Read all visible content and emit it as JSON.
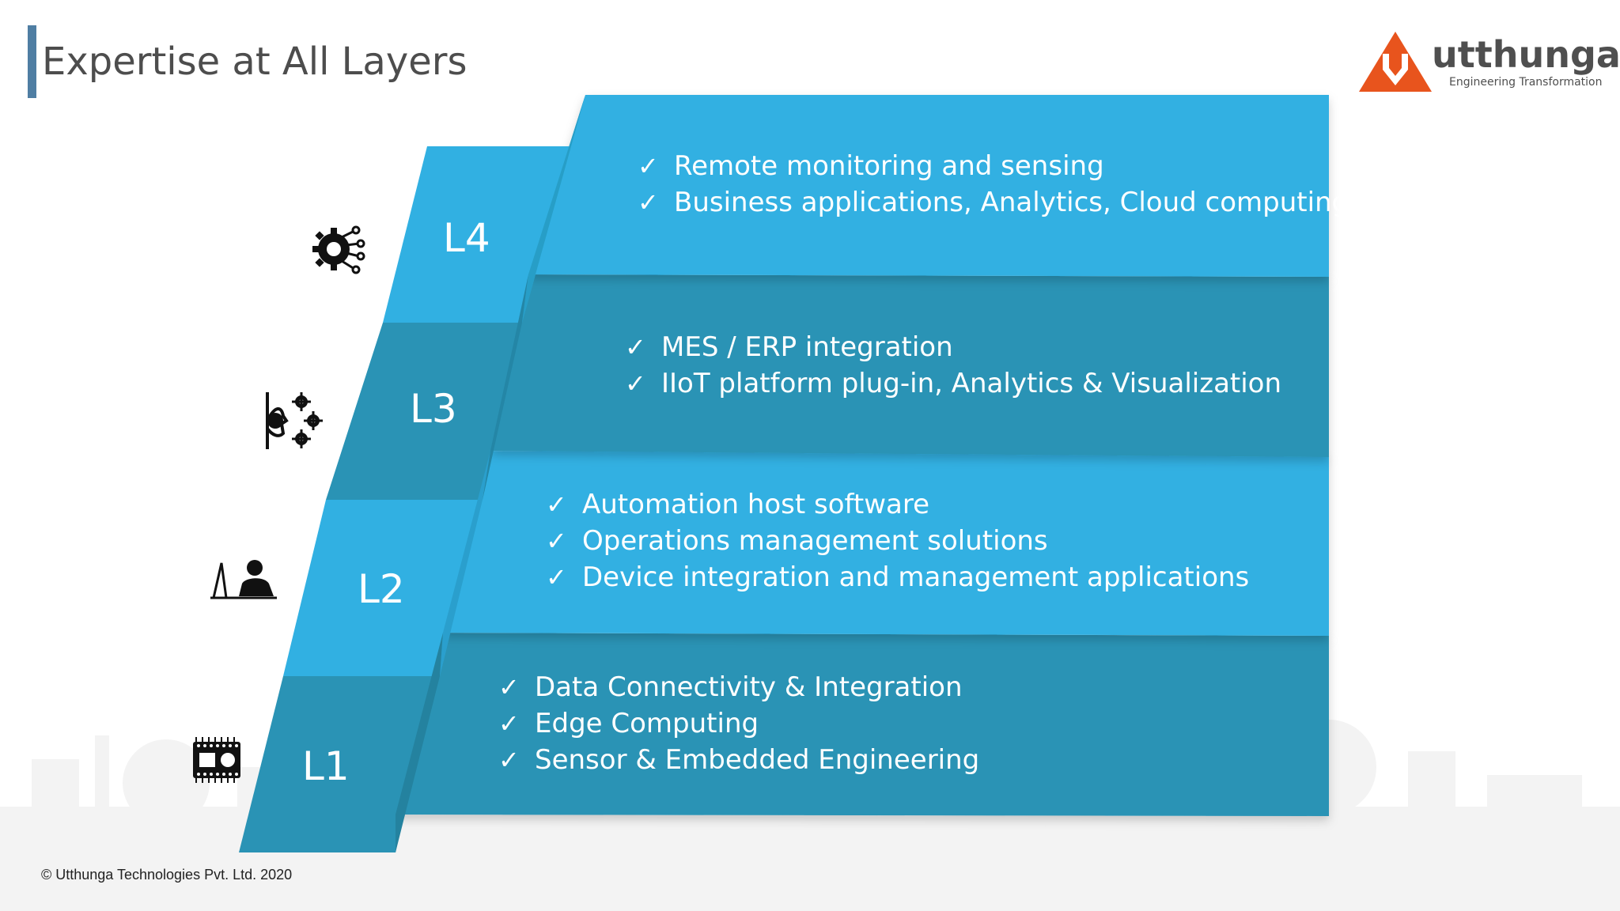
{
  "page": {
    "title": "Expertise at All Layers"
  },
  "logo": {
    "name": "utthunga",
    "tagline": "Engineering Transformation"
  },
  "colors": {
    "light_blue": "#31b0e2",
    "dark_blue": "#2a93b5",
    "accent_orange": "#e8541d",
    "title_bar": "#4f7ea3"
  },
  "check_mark": "✓",
  "layers": [
    {
      "label": "L4",
      "icon": "gear-network-icon",
      "items": [
        "Remote monitoring and sensing",
        "Business applications, Analytics, Cloud computing"
      ]
    },
    {
      "label": "L3",
      "icon": "head-gears-icon",
      "items": [
        "MES / ERP integration",
        "IIoT platform plug-in, Analytics & Visualization"
      ]
    },
    {
      "label": "L2",
      "icon": "person-at-computer-icon",
      "items": [
        "Automation host software",
        "Operations management solutions",
        "Device integration and management applications"
      ]
    },
    {
      "label": "L1",
      "icon": "embedded-chip-icon",
      "items": [
        "Data Connectivity & Integration",
        "Edge Computing",
        "Sensor & Embedded Engineering"
      ]
    }
  ],
  "footer": {
    "copyright": "© Utthunga Technologies Pvt. Ltd. 2020"
  }
}
